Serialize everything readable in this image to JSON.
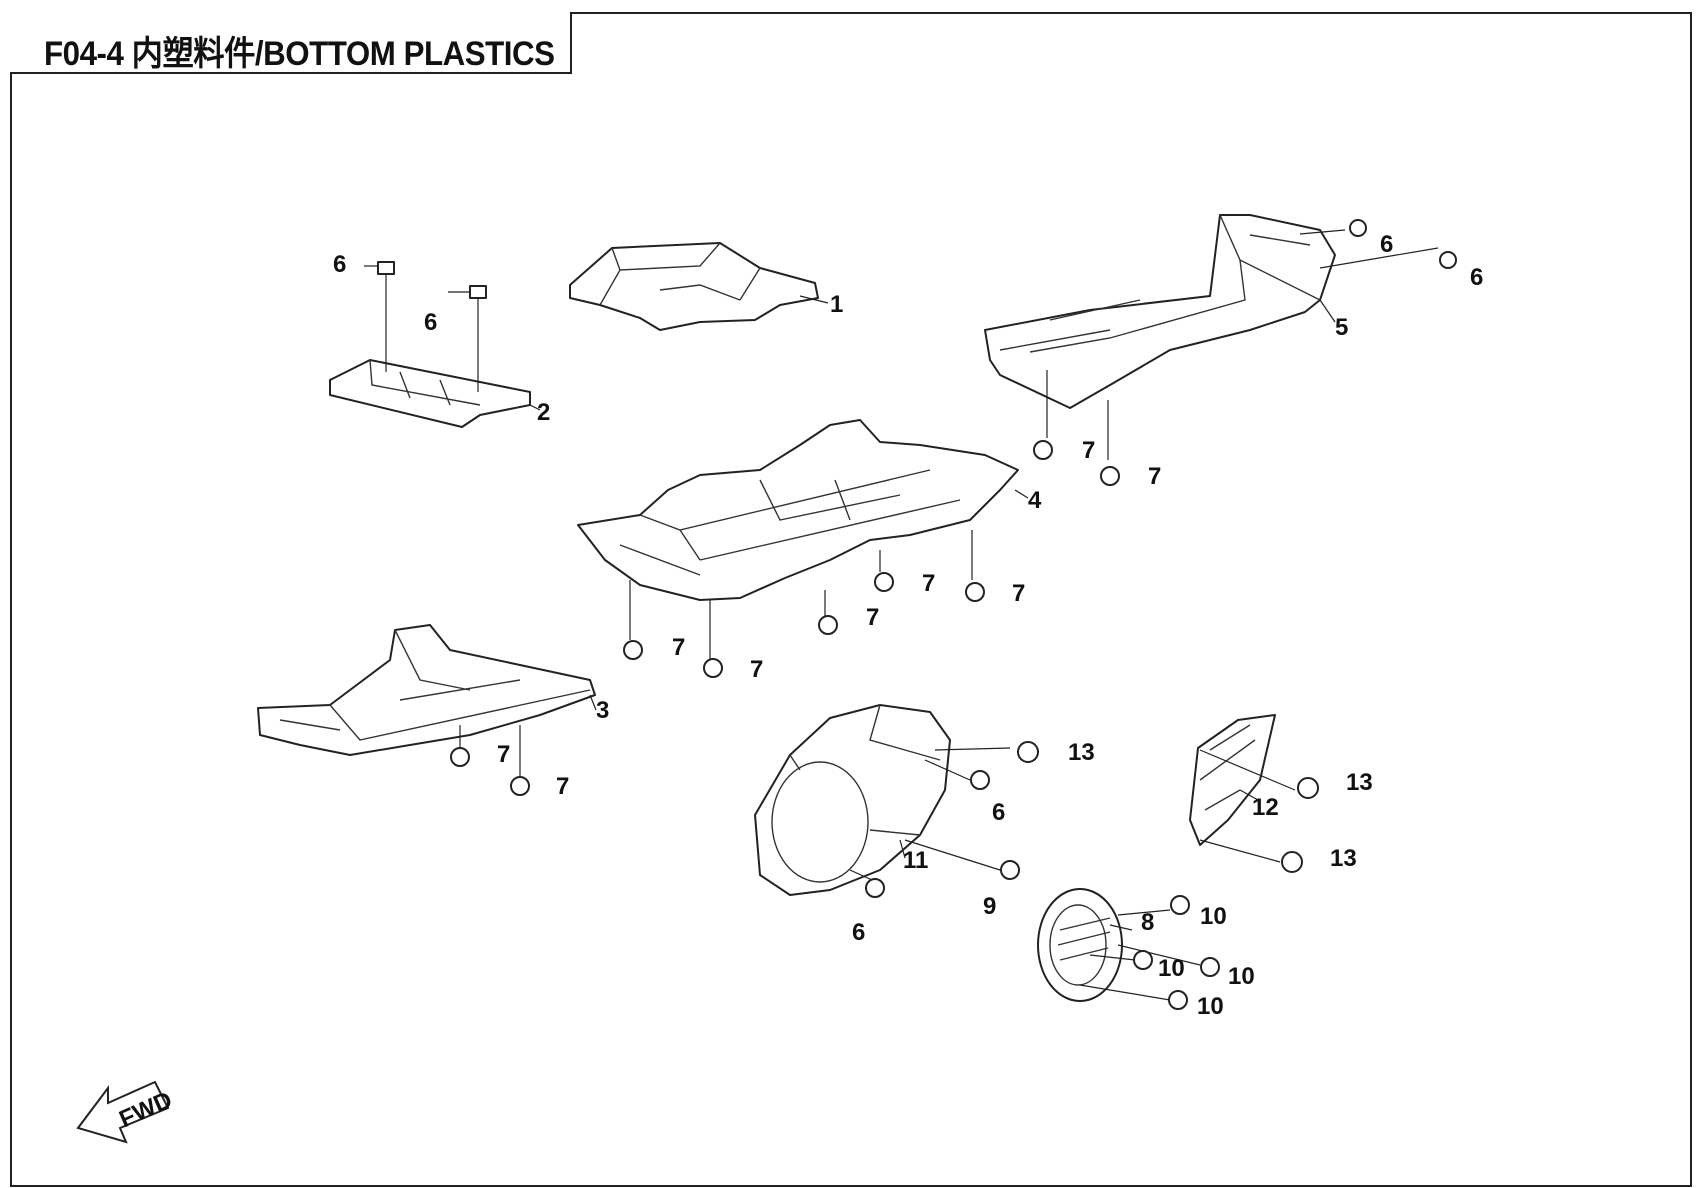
{
  "title": "F04-4 内塑料件/BOTTOM PLASTICS",
  "direction_label": "FWD",
  "callouts": {
    "p1": "1",
    "p2": "2",
    "p3": "3",
    "p4": "4",
    "p5": "5",
    "p6": "6",
    "p7": "7",
    "p8": "8",
    "p9": "9",
    "p10": "10",
    "p11": "11",
    "p12": "12",
    "p13": "13"
  },
  "colors": {
    "line": "#222222",
    "background": "#ffffff"
  }
}
